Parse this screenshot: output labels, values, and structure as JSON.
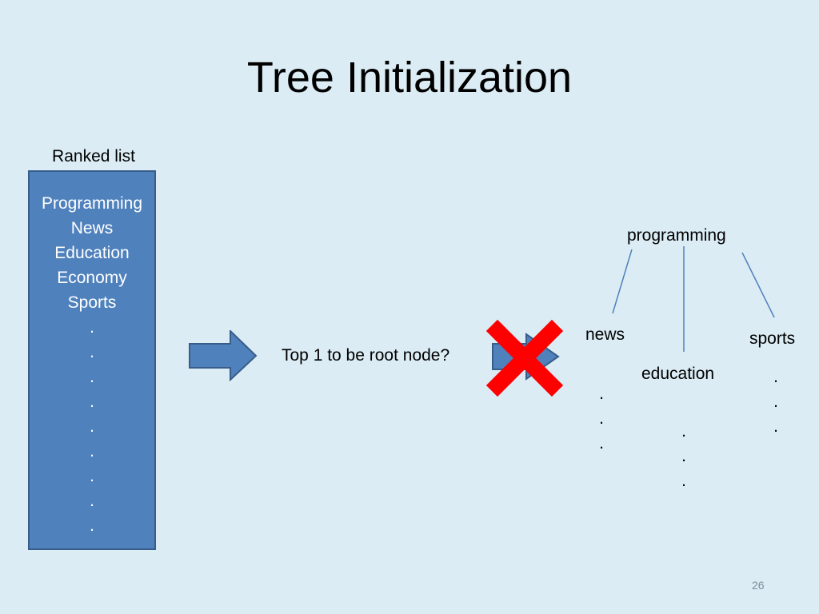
{
  "slide": {
    "title": "Tree Initialization",
    "page_number": "26"
  },
  "ranked_list": {
    "caption": "Ranked list",
    "items": [
      "Programming",
      "News",
      "Education",
      "Economy",
      "Sports"
    ],
    "continuation": ".",
    "continuation_count": 9
  },
  "question": "Top 1 to be root node?",
  "tree": {
    "root": "programming",
    "children": [
      "news",
      "education",
      "sports"
    ],
    "continuation": "."
  },
  "colors": {
    "background": "#dbecf4",
    "box_fill": "#4f81bd",
    "box_border": "#385d8a",
    "cross": "#ff0000",
    "edge": "#4f81bd"
  }
}
